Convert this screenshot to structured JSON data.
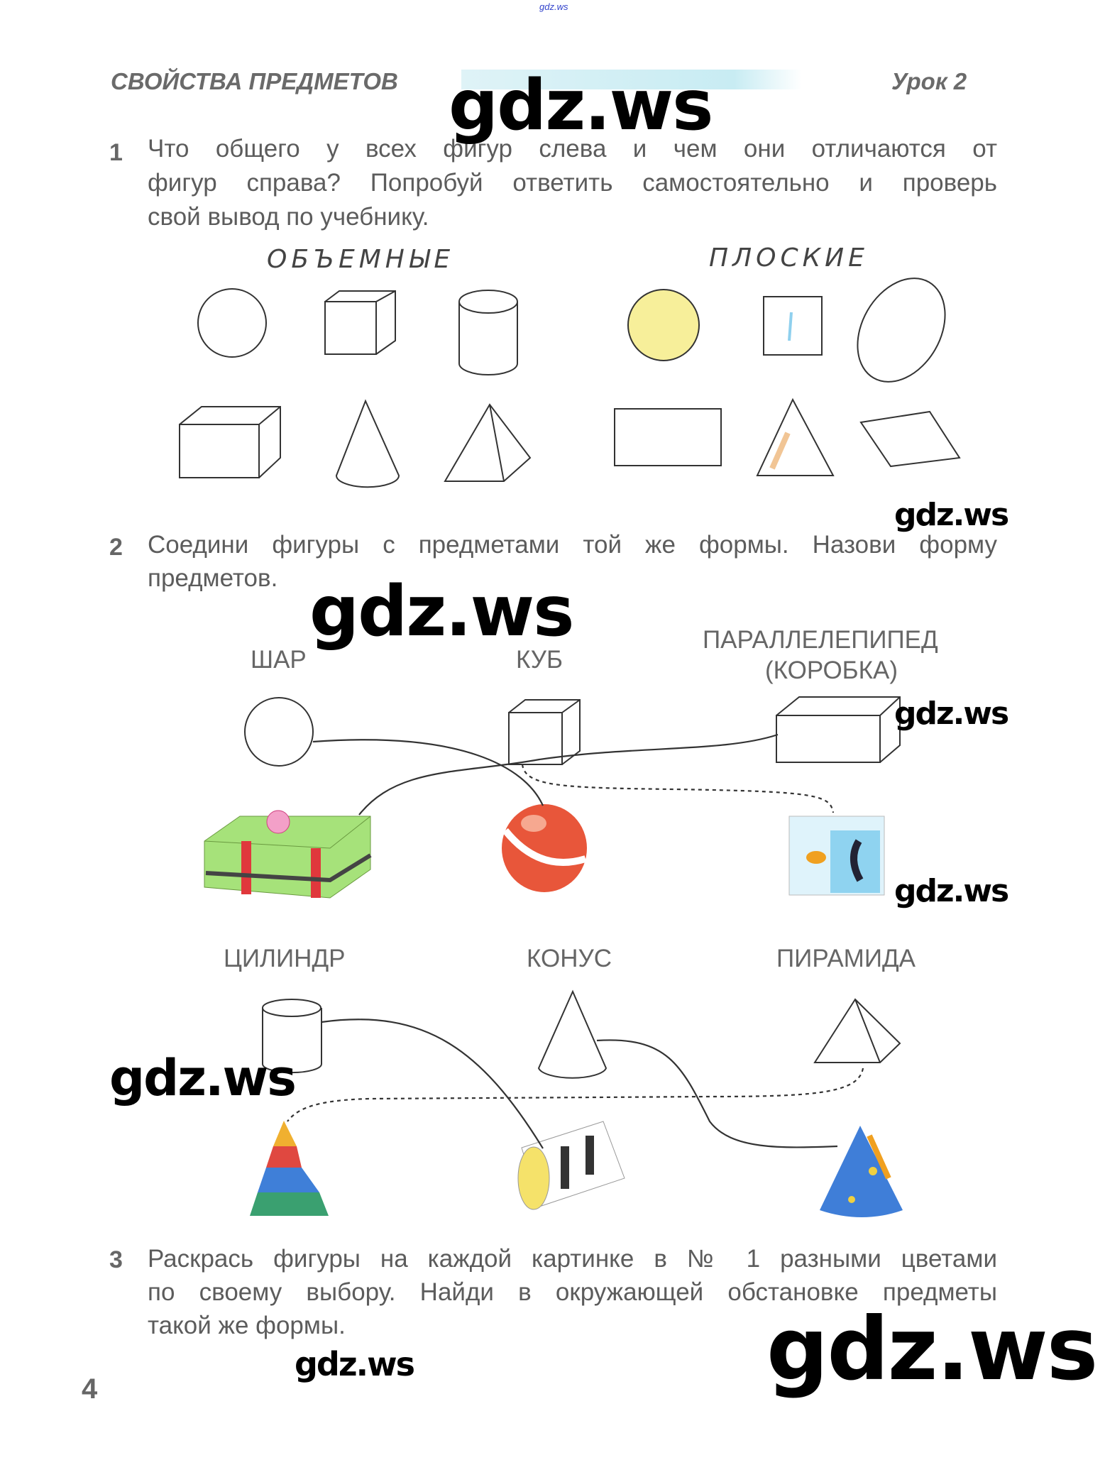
{
  "top_watermark": "gdz.ws",
  "header": {
    "title": "СВОЙСТВА ПРЕДМЕТОВ",
    "lesson": "Урок 2"
  },
  "task1": {
    "number": "1",
    "lines": [
      "Что общего у всех фигур слева и чем они отличаются от",
      "фигур справа? Попробуй ответить самостоятельно и проверь",
      "свой вывод по учебнику."
    ],
    "handwritten_left": "ОБЪЕМНЫЕ",
    "handwritten_right": "ПЛОСКИЕ"
  },
  "task2": {
    "number": "2",
    "lines": [
      "Соедини фигуры с предметами той же формы. Назови форму",
      "предметов."
    ],
    "labels": {
      "sphere": "ШАР",
      "cube": "КУБ",
      "box_line1": "ПАРАЛЛЕЛЕПИПЕД",
      "box_line2": "(КОРОБКА)",
      "cylinder": "ЦИЛИНДР",
      "cone": "КОНУС",
      "pyramid": "ПИРАМИДА"
    }
  },
  "task3": {
    "number": "3",
    "lines": [
      "Раскрась фигуры на каждой картинке в № 1 разными цветами",
      "по своему выбору. Найди в окружающей обстановке предметы",
      "такой же формы."
    ]
  },
  "watermarks": [
    "gdz.ws",
    "gdz.ws",
    "gdz.ws",
    "gdz.ws",
    "gdz.ws",
    "gdz.ws",
    "gdz.ws",
    "gdz.ws"
  ],
  "page_number": "4",
  "colors": {
    "text": "#5a5a5a",
    "header_bar": "#c8ecf3",
    "gift": "#9be36a",
    "ribbon": "#e0383c",
    "ball": "#e8563a",
    "aquarium": "#8fd3f0"
  }
}
